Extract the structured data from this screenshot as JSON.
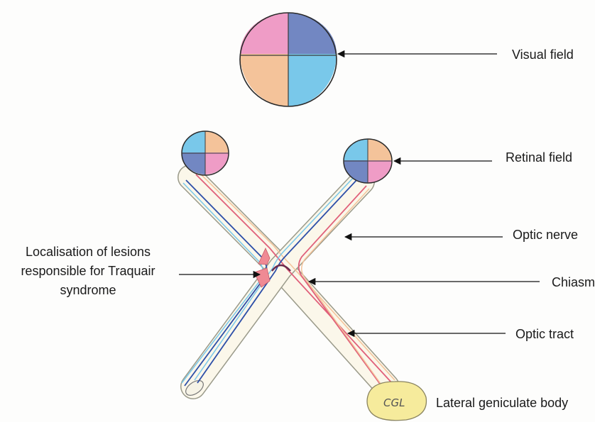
{
  "labels": {
    "visual_field": "Visual field",
    "retinal_field": "Retinal field",
    "optic_nerve": "Optic nerve",
    "chiasma": "Chiasma",
    "optic_tract": "Optic tract",
    "lateral_geniculate_body": "Lateral geniculate body",
    "lesion_line1": "Localisation of lesions",
    "lesion_line2": "responsible  for Traquair",
    "lesion_line3": "syndrome",
    "cgl": "CGL"
  },
  "colors": {
    "pink": "#ef9cc6",
    "navy": "#7287c2",
    "peach": "#f4c39a",
    "cyan": "#79c8ea",
    "red_fiber": "#e0607a",
    "blue_fiber": "#2d4fa8",
    "lesion": "#ef8a94",
    "cgl_fill": "#f6eb9c"
  }
}
